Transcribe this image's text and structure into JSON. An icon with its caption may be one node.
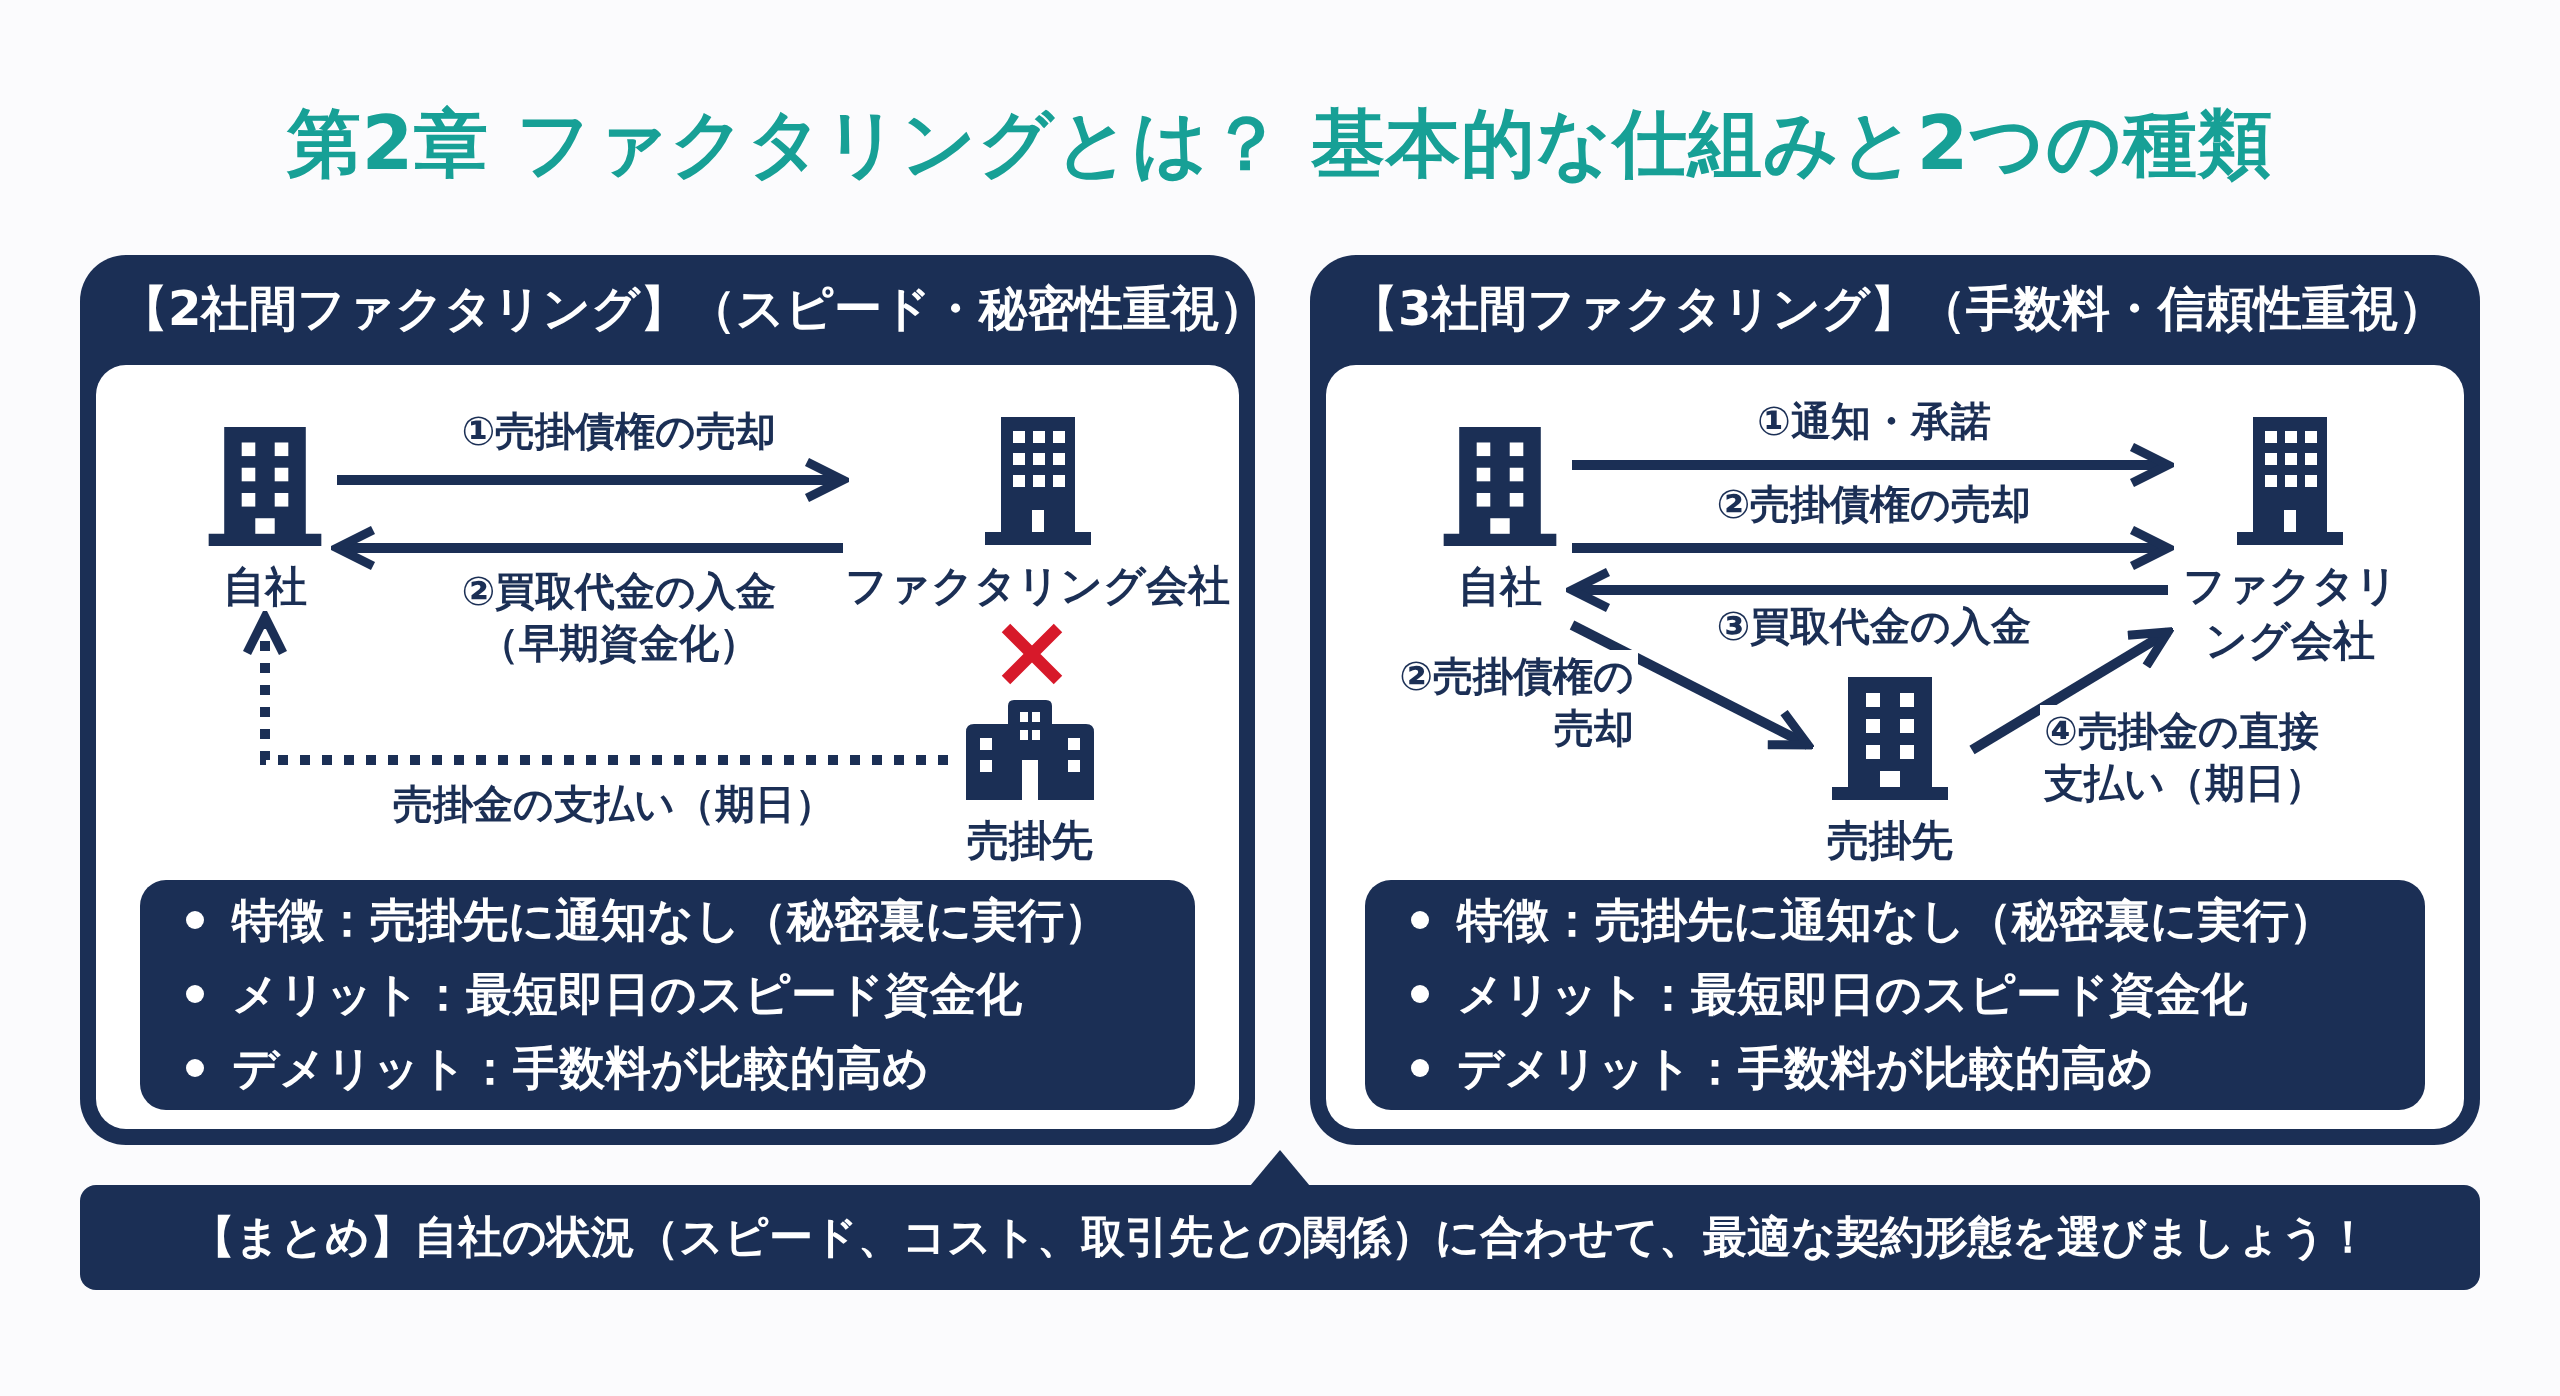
{
  "diagram": {
    "title": "第2章 ファクタリングとは？ 基本的な仕組みと2つの種類",
    "nodes": [
      {
        "text": [
          "【2社間ファクタリング】（スピード・秘密性重視）"
        ]
      },
      {
        "text": [
          "自社"
        ],
        "in": 0
      },
      {
        "text": [
          "ファクタリング会社"
        ],
        "in": 0
      },
      {
        "text": [
          "売掛先"
        ],
        "in": 0
      },
      {
        "text": [
          "特徴：売掛先に通知なし（秘密裏に実行）",
          "メリット：最短即日のスピード資金化",
          "デメリット：手数料が比較的高め"
        ],
        "in": 0
      },
      {
        "text": [
          "【3社間ファクタリング】（手数料・信頼性重視）"
        ]
      },
      {
        "text": [
          "自社"
        ],
        "in": 5
      },
      {
        "text": [
          "ファクタリング会社"
        ],
        "in": 5
      },
      {
        "text": [
          "売掛先"
        ],
        "in": 5
      },
      {
        "text": [
          "特徴：売掛先に通知なし（秘密裏に実行）",
          "メリット：最短即日のスピード資金化",
          "デメリット：手数料が比較的高め"
        ],
        "in": 5
      },
      {
        "text": [
          "【まとめ】自社の状況（スピード、コスト、取引先との関係）に合わせて、最適な契約形態を選びましょう！"
        ]
      }
    ],
    "edges": [
      {
        "from": 1,
        "to": 2,
        "arrow": "to",
        "label": "①売掛債権の売却"
      },
      {
        "from": 2,
        "to": 1,
        "arrow": "to",
        "label": "②買取代金の入金（早期資金化）"
      },
      {
        "from": 3,
        "to": 1,
        "arrow": "to",
        "label": "売掛金の支払い（期日）",
        "style": "dashed"
      },
      {
        "from": 6,
        "to": 7,
        "arrow": "to",
        "label": "①通知・承諾"
      },
      {
        "from": 6,
        "to": 7,
        "arrow": "to",
        "label": "②売掛債権の売却"
      },
      {
        "from": 7,
        "to": 6,
        "arrow": "to",
        "label": "③買取代金の入金"
      },
      {
        "from": 6,
        "to": 8,
        "arrow": "to",
        "label": "②売掛債権の売却"
      },
      {
        "from": 8,
        "to": 7,
        "arrow": "to",
        "label": "④売掛金の直接支払い（期日）"
      }
    ]
  }
}
